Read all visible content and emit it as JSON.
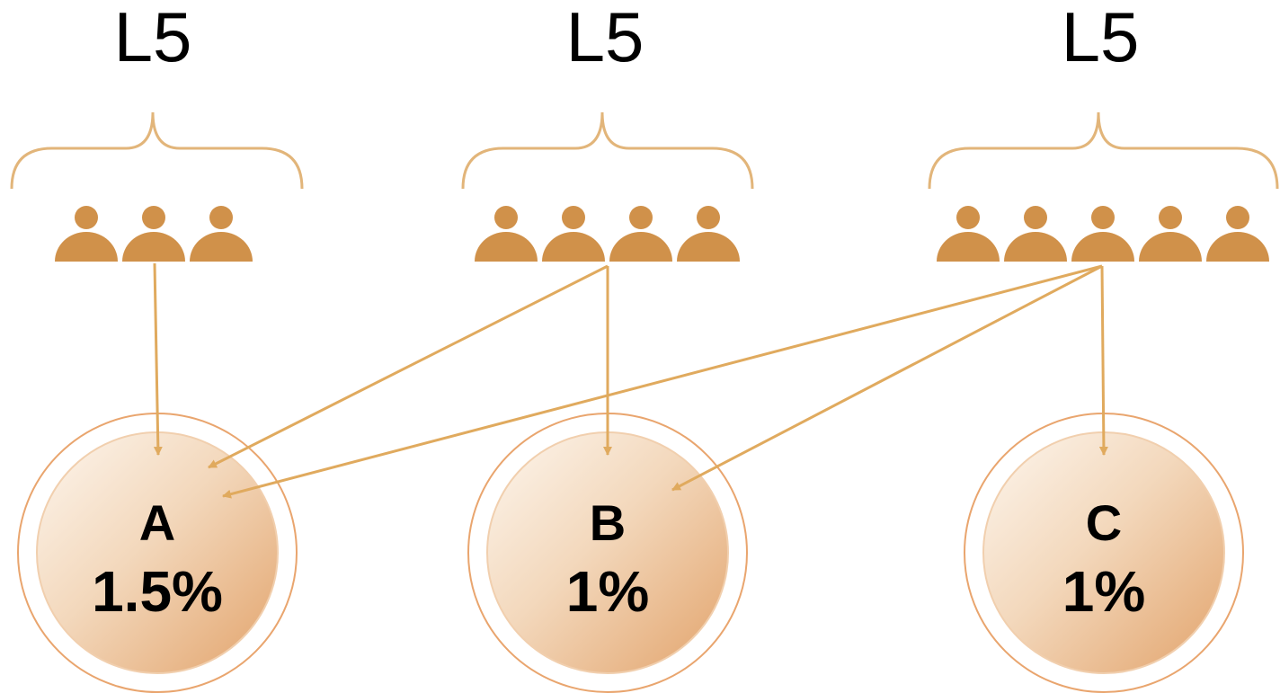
{
  "groups": [
    {
      "title": "L5",
      "member_count": 3,
      "icon": "person-icon"
    },
    {
      "title": "L5",
      "member_count": 4,
      "icon": "person-icon"
    },
    {
      "title": "L5",
      "member_count": 5,
      "icon": "person-icon"
    }
  ],
  "pools": [
    {
      "name": "A",
      "rate": "1.5%"
    },
    {
      "name": "B",
      "rate": "1%"
    },
    {
      "name": "C",
      "rate": "1%"
    }
  ],
  "links": [
    {
      "from_group": 0,
      "to_pool": 0
    },
    {
      "from_group": 1,
      "to_pool": 0
    },
    {
      "from_group": 1,
      "to_pool": 1
    },
    {
      "from_group": 2,
      "to_pool": 0
    },
    {
      "from_group": 2,
      "to_pool": 1
    },
    {
      "from_group": 2,
      "to_pool": 2
    }
  ],
  "colors": {
    "person": "#D0914A",
    "line": "#E0AA5E",
    "brace": "#E2B57A",
    "circle_outline": "#E9A56E",
    "circle_fill_light": "#FBEEE0",
    "circle_fill_dark": "#E4A670",
    "text": "#000000"
  }
}
